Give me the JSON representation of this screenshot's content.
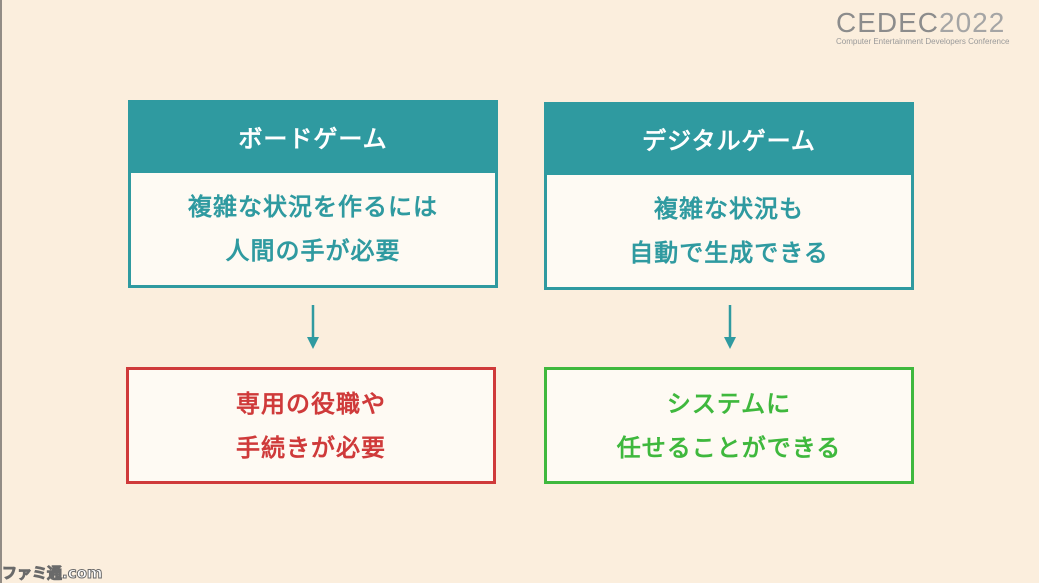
{
  "logo": {
    "main": "CEDEC",
    "year": "2022",
    "subtitle": "Computer Entertainment Developers Conference"
  },
  "watermark": "ファミ通.com",
  "colors": {
    "background": "#fbeedd",
    "teal": "#2f9aa0",
    "red": "#cf3a3a",
    "green": "#3fb83d"
  },
  "columns": [
    {
      "header": "ボードゲーム",
      "description": [
        "複雑な状況を作るには",
        "人間の手が必要"
      ],
      "result": [
        "専用の役職や",
        "手続きが必要"
      ]
    },
    {
      "header": "デジタルゲーム",
      "description": [
        "複雑な状況も",
        "自動で生成できる"
      ],
      "result": [
        "システムに",
        "任せることができる"
      ]
    }
  ]
}
